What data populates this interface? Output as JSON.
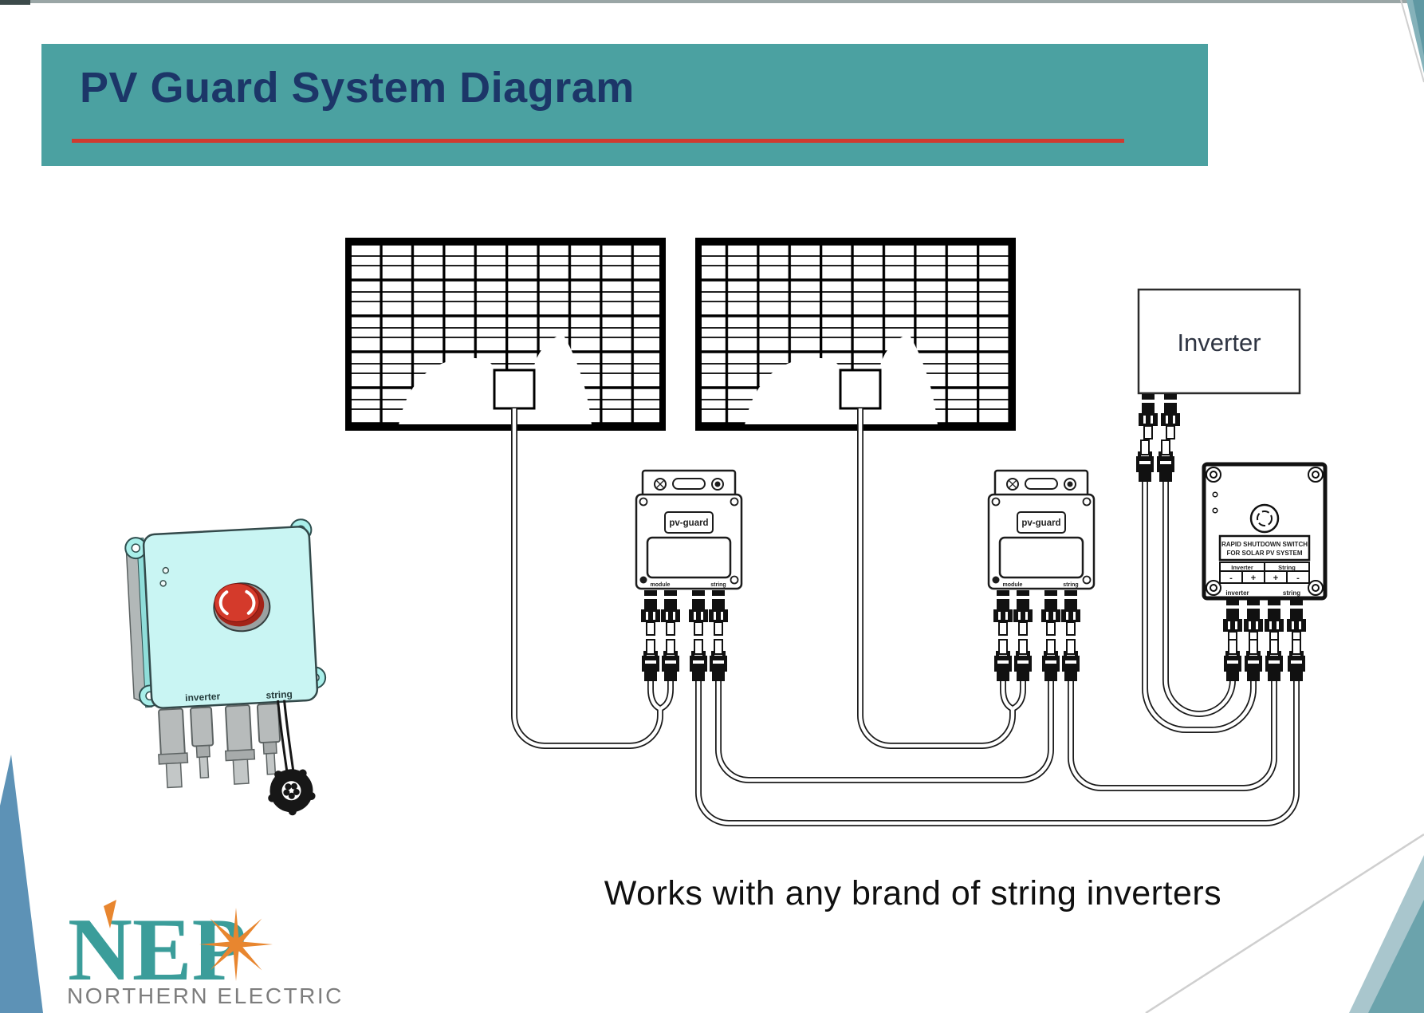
{
  "slide": {
    "title": "PV Guard System Diagram",
    "caption": "Works with any brand of string inverters"
  },
  "colors": {
    "header-teal": "#4BA1A1",
    "title-navy": "#1C3668",
    "rule-red": "#CF3A30",
    "device-body": "#C9F5F3",
    "device-tab": "#A9EFEA",
    "estop-red": "#D43A2B",
    "estop-dark": "#A32318",
    "logo-teal": "#3B9D9A",
    "logo-orange": "#E8862F",
    "logo-gray": "#7D7D7D",
    "corner-blue": "#5D92B6",
    "corner-teal-dark": "#6BA3AC",
    "corner-teal-light": "#A9C6CD",
    "line-gray": "#CFCFCF"
  },
  "inverter": {
    "label": "Inverter"
  },
  "pvguard": {
    "label": "pv-guard",
    "port_left": "module",
    "port_right": "string"
  },
  "estop_device": {
    "label_left": "inverter",
    "label_right": "string"
  },
  "shutdown_switch": {
    "line1": "RAPID SHUTDOWN SWITCH",
    "line2": "FOR SOLAR PV SYSTEM",
    "col_left": "Inverter",
    "col_right": "String",
    "cells": [
      "-",
      "+",
      "+",
      "-"
    ],
    "label_left": "inverter",
    "label_right": "string"
  },
  "logo": {
    "name": "NEP",
    "subtitle": "NORTHERN ELECTRIC"
  }
}
